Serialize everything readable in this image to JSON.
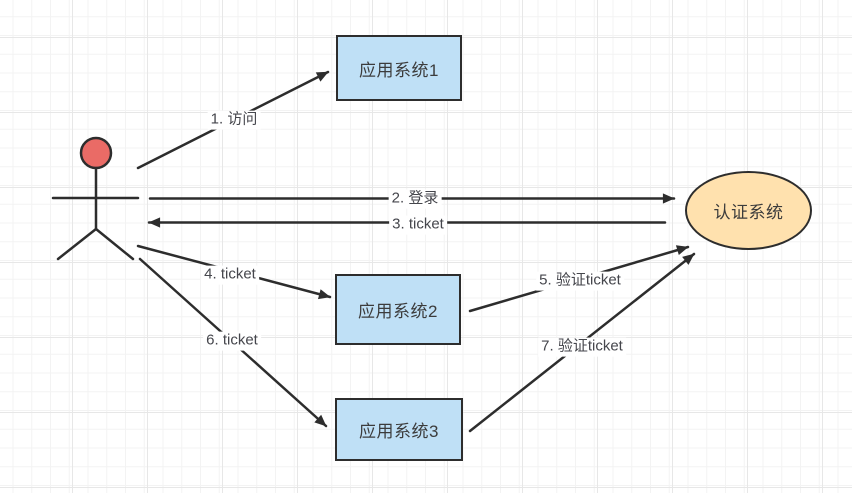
{
  "diagram": {
    "type": "flow-diagram",
    "actor": {
      "shape": "stick-figure",
      "head_color": "#ea6b66"
    },
    "nodes": [
      {
        "id": "app1",
        "shape": "rectangle",
        "label": "应用系统1"
      },
      {
        "id": "app2",
        "shape": "rectangle",
        "label": "应用系统2"
      },
      {
        "id": "app3",
        "shape": "rectangle",
        "label": "应用系统3"
      },
      {
        "id": "auth",
        "shape": "ellipse",
        "label": "认证系统"
      }
    ],
    "edges": [
      {
        "label": "1. 访问",
        "from": "actor",
        "to": "app1"
      },
      {
        "label": "2. 登录",
        "from": "actor",
        "to": "auth"
      },
      {
        "label": "3. ticket",
        "from": "auth",
        "to": "actor"
      },
      {
        "label": "4. ticket",
        "from": "actor",
        "to": "app2"
      },
      {
        "label": "5. 验证ticket",
        "from": "app2",
        "to": "auth"
      },
      {
        "label": "6. ticket",
        "from": "actor",
        "to": "app3"
      },
      {
        "label": "7. 验证ticket",
        "from": "app3",
        "to": "auth"
      }
    ],
    "colors": {
      "app_node_fill": "#bfe0f6",
      "auth_node_fill": "#ffe1ae",
      "actor_head_fill": "#ea6b66",
      "stroke": "#2d2d2d",
      "label_text": "#45464c",
      "grid_minor": "#f3f3f3",
      "grid_major": "#e7e7e7"
    }
  }
}
